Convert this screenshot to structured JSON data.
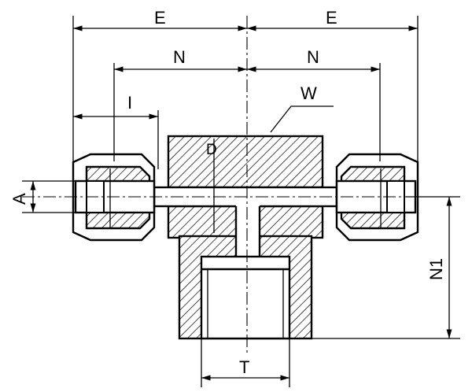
{
  "diagram": {
    "labels": {
      "E_left": "E",
      "E_right": "E",
      "N_left": "N",
      "N_right": "N",
      "I": "I",
      "W": "W",
      "D": "D",
      "A": "A",
      "N1": "N1",
      "T": "T"
    }
  }
}
